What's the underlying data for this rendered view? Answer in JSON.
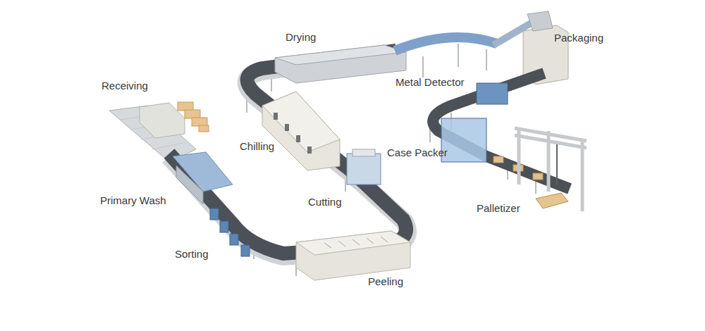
{
  "diagram": {
    "labels": [
      "Receiving",
      "Primary Wash",
      "Sorting",
      "Peeling",
      "Cutting",
      "Chilling",
      "Drying",
      "Packaging",
      "Metal Detector",
      "Case Packer",
      "Palletizer"
    ]
  }
}
